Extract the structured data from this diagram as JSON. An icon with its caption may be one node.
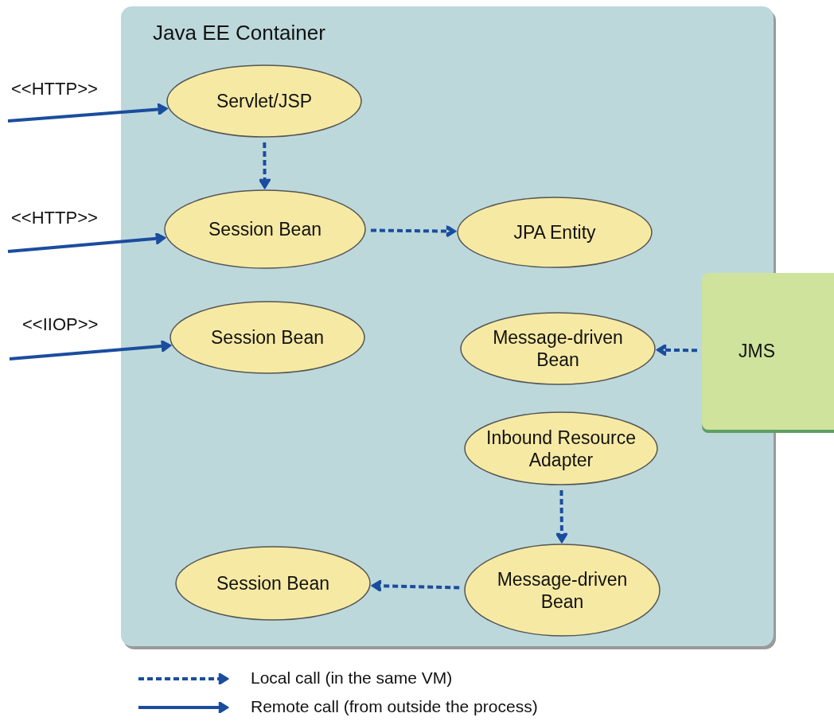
{
  "diagram": {
    "nodes": [
      {
        "text": [
          "Java EE Container"
        ]
      },
      {
        "text": [
          "Servlet/JSP"
        ],
        "in": 0
      },
      {
        "text": [
          "Session Bean"
        ],
        "in": 0
      },
      {
        "text": [
          "JPA Entity"
        ],
        "in": 0
      },
      {
        "text": [
          "Session Bean"
        ],
        "in": 0
      },
      {
        "text": [
          "Message-driven Bean"
        ],
        "in": 0
      },
      {
        "text": [
          "Inbound Resource Adapter"
        ],
        "in": 0
      },
      {
        "text": [
          "Session Bean"
        ],
        "in": 0
      },
      {
        "text": [
          "Message-driven Bean"
        ],
        "in": 0
      },
      {
        "text": [
          "JMS"
        ]
      }
    ],
    "edges": [
      {
        "from": null,
        "to": 1,
        "arrow": "to",
        "label": "<<HTTP>>"
      },
      {
        "from": 1,
        "to": 2,
        "arrow": "to",
        "style": "dashed"
      },
      {
        "from": null,
        "to": 2,
        "arrow": "to",
        "label": "<<HTTP>>"
      },
      {
        "from": 2,
        "to": 3,
        "arrow": "to",
        "style": "dashed"
      },
      {
        "from": null,
        "to": 4,
        "arrow": "to",
        "label": "<<IIOP>>"
      },
      {
        "from": 9,
        "to": 5,
        "arrow": "to",
        "style": "dashed"
      },
      {
        "from": 6,
        "to": 8,
        "arrow": "to",
        "style": "dashed"
      },
      {
        "from": 8,
        "to": 7,
        "arrow": "to",
        "style": "dashed"
      }
    ],
    "legend": [
      {
        "text": "Local call (in the same VM)"
      },
      {
        "text": "Remote call (from outside the process)"
      }
    ]
  }
}
